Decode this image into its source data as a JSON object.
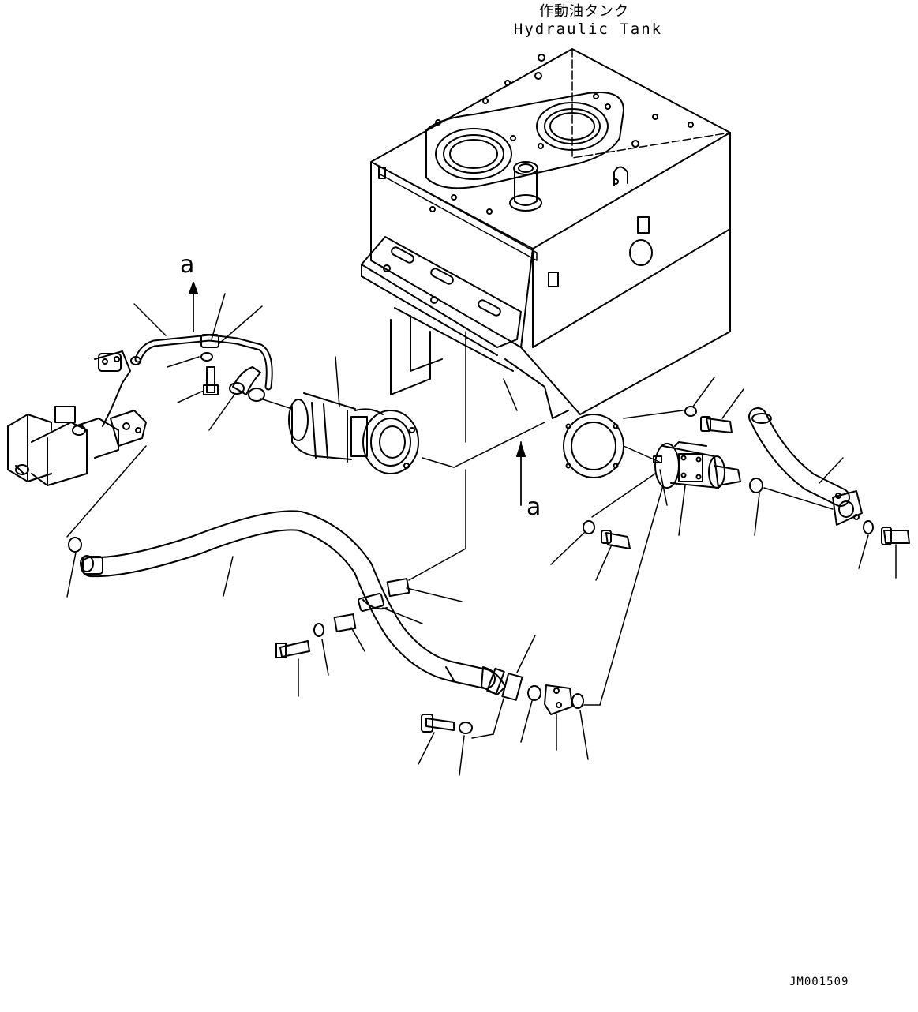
{
  "title": {
    "japanese": "作動油タンク",
    "english": "Hydraulic Tank"
  },
  "view_markers": {
    "upper": "a",
    "lower": "a"
  },
  "drawing_code": "JM001509",
  "colors": {
    "line": "#000000",
    "background": "#ffffff"
  }
}
